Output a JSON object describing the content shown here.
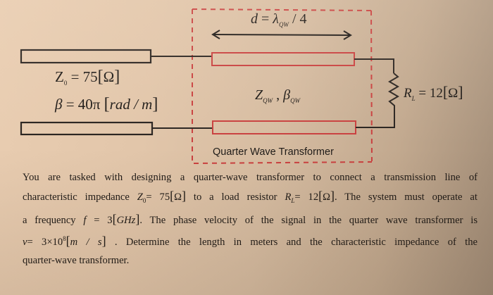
{
  "diagram": {
    "top_annotation": {
      "lhs": "d",
      "eq": "=",
      "lambda": "λ",
      "lambda_sub": "QW",
      "rhs": "/ 4"
    },
    "left_line": {
      "z0_sym": "Z",
      "z0_sub": "0",
      "z0_value": "= 75",
      "z0_unit": "Ω",
      "beta_sym": "β",
      "beta_value": "= 40π",
      "beta_unit": "rad / m"
    },
    "transformer_section": {
      "z_sym": "Z",
      "z_sub": "QW",
      "sep": ",",
      "beta_sym": "β",
      "beta_sub": "QW",
      "box_label": "Quarter Wave Transformer"
    },
    "load": {
      "sym": "R",
      "sub": "L",
      "value": "= 12",
      "unit": "Ω"
    },
    "colors": {
      "line_black": "#2a2420",
      "transformer_red": "#c9403f",
      "dashed_box_red": "#c9403f"
    }
  },
  "problem": {
    "line1": "You are tasked with designing a quarter-wave transformer to connect a transmission line of",
    "line2_a": "characteristic impedance",
    "line2_z": "Z",
    "line2_zsub": "0",
    "line2_zval": "= 75",
    "line2_zunit": "Ω",
    "line2_b": "to a load resistor",
    "line2_r": "R",
    "line2_rsub": "L",
    "line2_rval": "= 12",
    "line2_runit": "Ω",
    "line2_c": ". The system must operate at",
    "line3_a": "a frequency",
    "line3_f": "f",
    "line3_fval": "= 3",
    "line3_funit": "GHz",
    "line3_b": ". The phase velocity of the signal in the quarter wave transformer is",
    "line4_v": "v",
    "line4_val": "= 3×10",
    "line4_exp": "8",
    "line4_unit": "m / s",
    "line4_b": ". Determine the length in meters and the characteristic impedance of the",
    "line5": "quarter-wave transformer."
  }
}
